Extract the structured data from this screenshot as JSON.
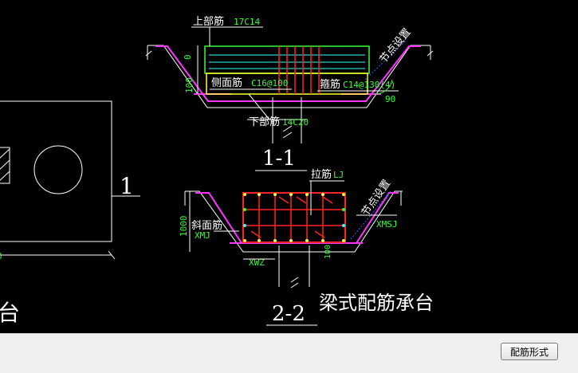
{
  "drawing": {
    "section_1_1": {
      "top_rebar_label": "上部筋",
      "top_rebar_value": "17C14",
      "side_rebar_label": "侧面筋",
      "side_rebar_value": "C16@100",
      "stirrup_label": "箍筋",
      "stirrup_value": "C14@130(4)",
      "bottom_rebar_label": "下部筋",
      "bottom_rebar_value": "14C20",
      "node_label": "节点设置",
      "angle": "90",
      "dim_top": "0",
      "dim_side": "100",
      "section_title": "1-1"
    },
    "section_2_2": {
      "tie_label": "拉筋",
      "tie_value": "LJ",
      "slant_label": "斜面筋",
      "slant_value": "XMJ",
      "xmsj": "XMSJ",
      "xwz": "XWZ",
      "node_label": "节点设置",
      "dim_height": "1000",
      "dim_small": "100",
      "section_title": "2-2"
    },
    "plan": {
      "section_marker": "1",
      "partial_title": "台",
      "dim_partial": "0"
    },
    "title": "梁式配筋承台"
  },
  "footer": {
    "button_label": "配筋形式"
  }
}
